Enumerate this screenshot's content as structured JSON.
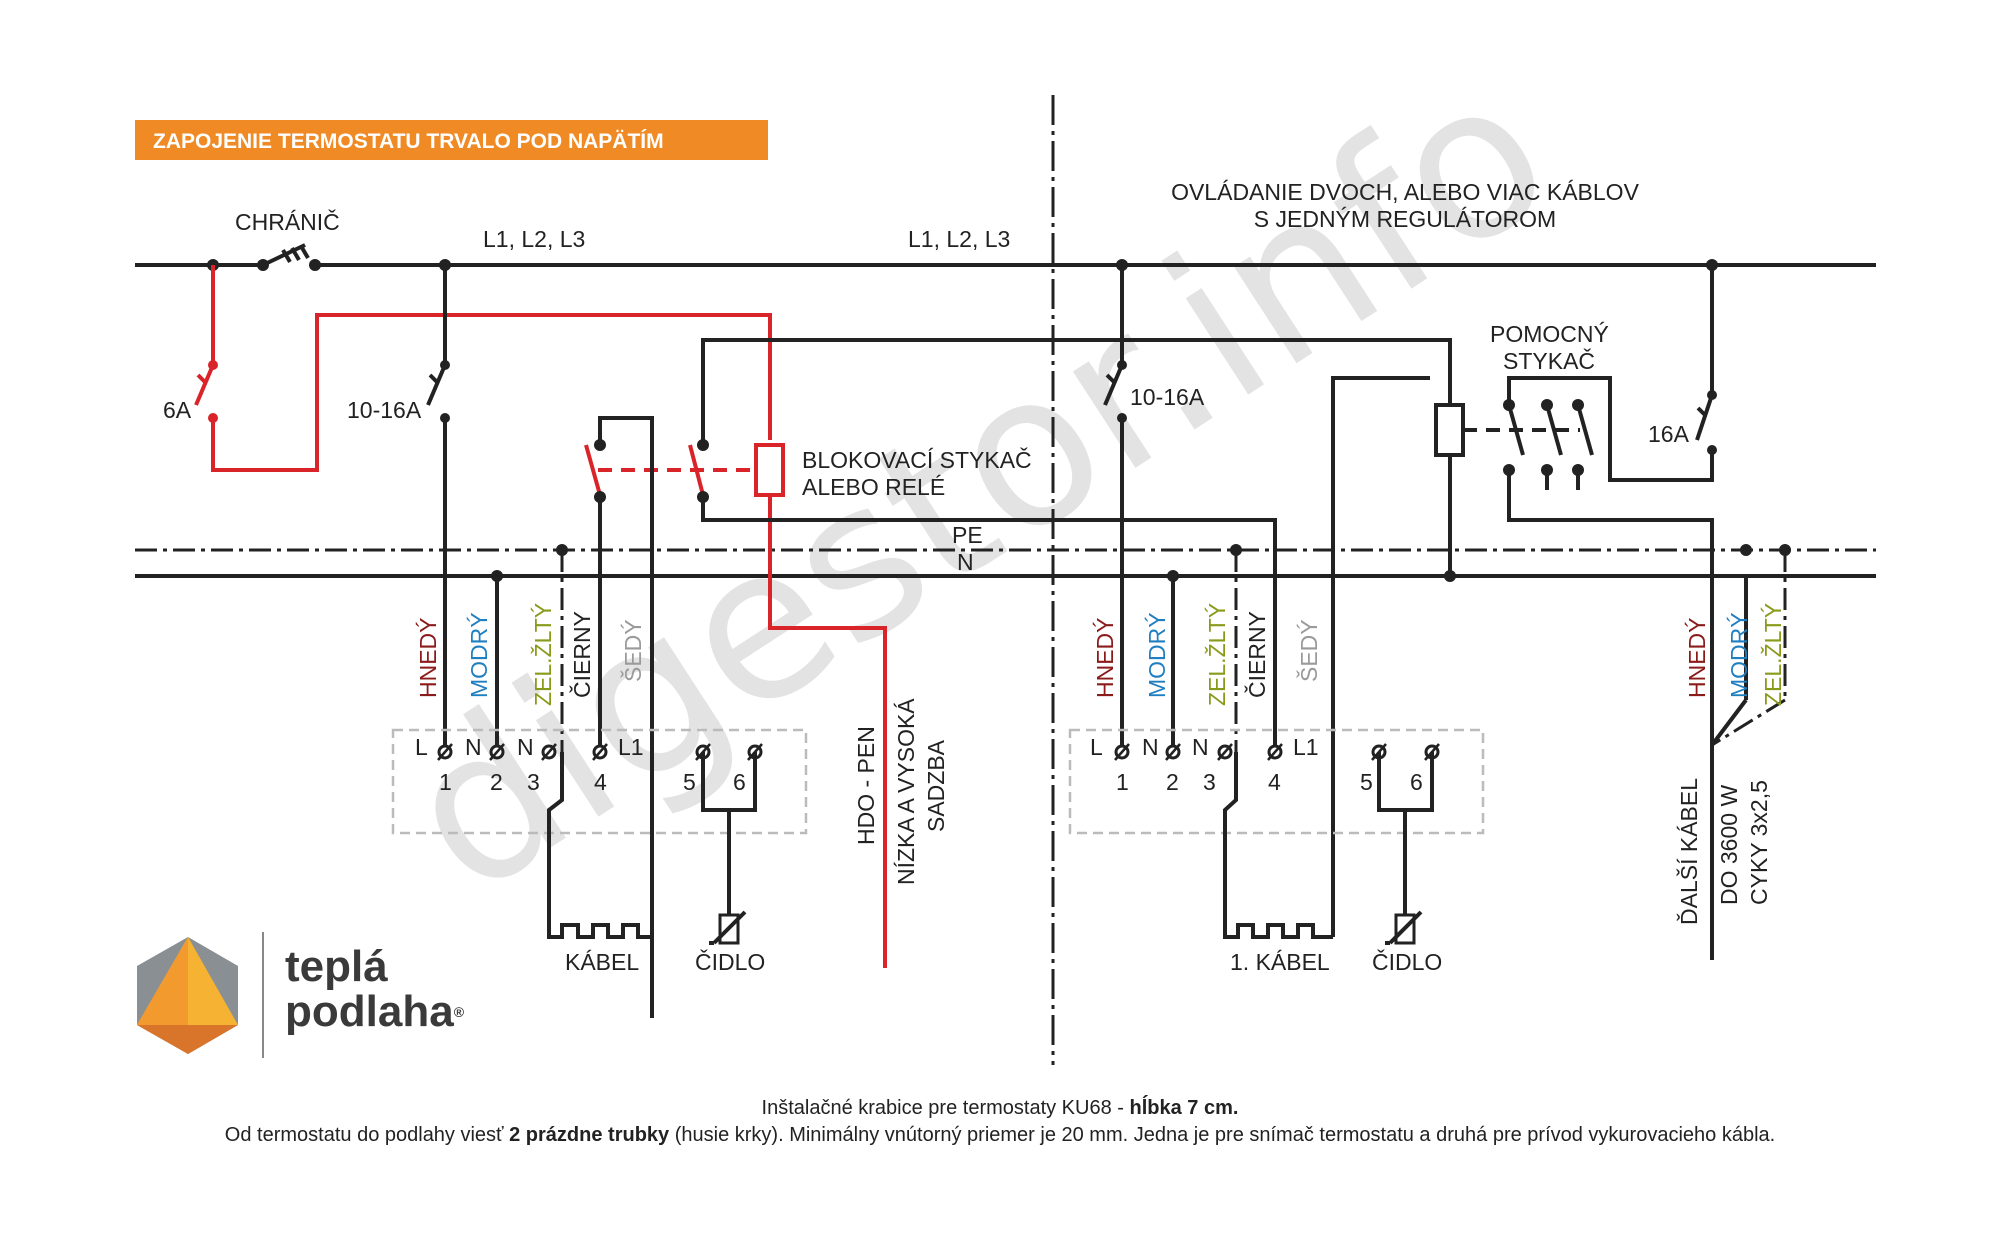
{
  "banner": "ZAPOJENIE TERMOSTATU TRVALO POD NAPÄTÍM",
  "right_title_1": "OVLÁDANIE DVOCH, ALEBO VIAC KÁBLOV",
  "right_title_2": "S JEDNÝM REGULÁTOROM",
  "breaker_label": "CHRÁNIČ",
  "phase_label": "L1, L2, L3",
  "fuse_6a": "6A",
  "fuse_10_16a": "10-16A",
  "fuse_16a": "16A",
  "contactor_line1": "BLOKOVACÍ STYKAČ",
  "contactor_line2": "ALEBO RELÉ",
  "aux_contactor_line1": "POMOCNÝ",
  "aux_contactor_line2": "STYKAČ",
  "pe_label": "PE",
  "n_label": "N",
  "wire_colors": {
    "brown": "HNEDÝ",
    "blue": "MODRÝ",
    "green_yellow": "ZEL.ŽLTÝ",
    "black": "ČIERNY",
    "grey": "ŠEDÝ"
  },
  "terminals": {
    "t1_letter": "L",
    "t2_letter": "N",
    "t3_letter": "N",
    "t4_letter": "L1",
    "n1": "1",
    "n2": "2",
    "n3": "3",
    "n4": "4",
    "n5": "5",
    "n6": "6"
  },
  "hdo_line1": "HDO - PEN",
  "hdo_line2": "NÍZKA A VYSOKÁ",
  "hdo_line3": "SADZBA",
  "cable_label": "KÁBEL",
  "first_cable_label": "1. KÁBEL",
  "sensor_label": "ČIDLO",
  "next_cable_line1": "ĎALŠÍ KÁBEL",
  "next_cable_line2": "DO 3600 W",
  "next_cable_line3": "CYKY 3x2,5",
  "watermark": "digestor.info",
  "brand_line1": "teplá",
  "brand_line2": "podlaha",
  "registered": "®",
  "footer_line1_a": "Inštalačné krabice pre termostaty KU68 - ",
  "footer_line1_b": "hĺbka 7 cm.",
  "footer_line2_a": "Od termostatu do podlahy viesť ",
  "footer_line2_b": "2 prázdne trubky",
  "footer_line2_c": " (husie krky). Minimálny vnútorný priemer je 20 mm. Jedna je pre snímač termostatu a druhá pre prívod vykurovacieho kábla.",
  "colors": {
    "banner": "#f08a24",
    "red_wire": "#d9252a",
    "brown": "#8b1a1a",
    "blue": "#1f7fc1",
    "green_yellow": "#8a9a1a",
    "grey": "#9a9a9a"
  }
}
